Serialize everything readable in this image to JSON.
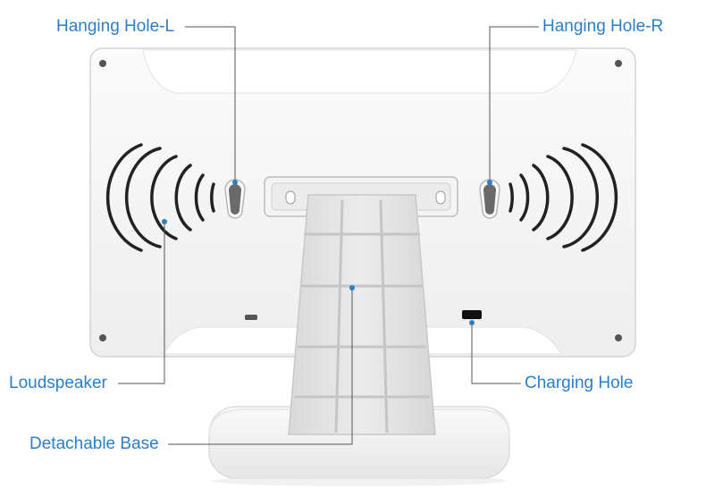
{
  "labels": {
    "hanging_hole_left": "Hanging Hole-L",
    "hanging_hole_right": "Hanging Hole-R",
    "loudspeaker": "Loudspeaker",
    "charging_hole": "Charging Hole",
    "detachable_base": "Detachable Base"
  },
  "colors": {
    "callout": "#2a7fc8",
    "device_body": "#f7f7f7",
    "device_edge": "#d6d6d6",
    "stand": "#e4e4e4",
    "speaker_grille": "#222222"
  }
}
